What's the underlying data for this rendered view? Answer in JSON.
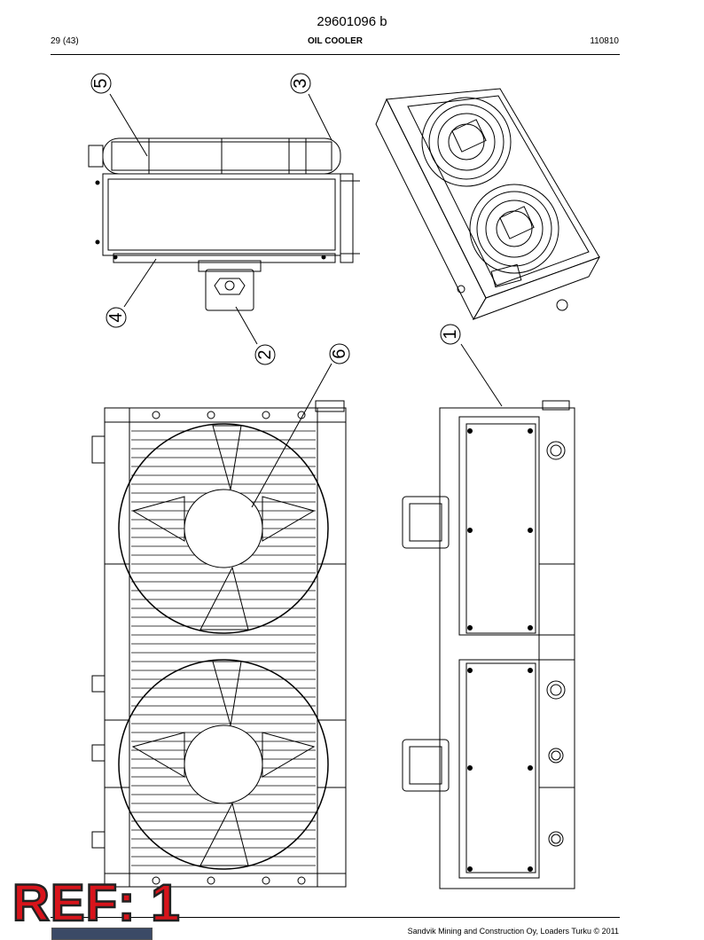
{
  "header": {
    "doc_number": "29601096 b",
    "page_ref": "29 (43)",
    "section_title": "OIL COOLER",
    "date_code": "110810"
  },
  "callouts": [
    "1",
    "2",
    "3",
    "4",
    "5",
    "6"
  ],
  "stamp": {
    "text": "REF: 1",
    "color": "#d8141b"
  },
  "footer": {
    "text": "Sandvik Mining and Construction Oy, Loaders Turku © 2011"
  }
}
